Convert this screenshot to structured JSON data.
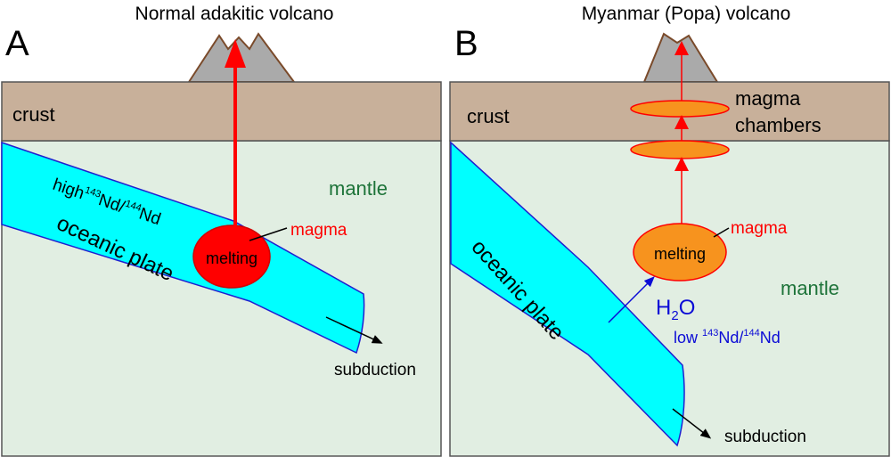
{
  "panelA": {
    "letter": "A",
    "title": "Normal adakitic volcano",
    "crust": "crust",
    "mantle": "mantle",
    "isotope": {
      "prefix": "high",
      "mass1": "143",
      "el1": "Nd/",
      "mass2": "144",
      "el2": "Nd"
    },
    "plate": "oceanic plate",
    "melting": "melting",
    "magma": "magma",
    "subduction": "subduction"
  },
  "panelB": {
    "letter": "B",
    "title": "Myanmar (Popa) volcano",
    "crust": "crust",
    "chambers_line1": "magma",
    "chambers_line2": "chambers",
    "mantle": "mantle",
    "water": {
      "H": "H",
      "sub": "2",
      "O": "O"
    },
    "isotope": {
      "prefix": "low ",
      "mass1": "143",
      "el1": "Nd/",
      "mass2": "144",
      "el2": "Nd"
    },
    "plate": "oceanic plate",
    "melting": "melting",
    "magma": "magma",
    "subduction": "subduction"
  },
  "colors": {
    "crust": "#c8b09a",
    "mantle": "#e1eee2",
    "plate": "#00ffff",
    "plate_edge": "#1f1fd0",
    "magma_red": "#ff0000",
    "magma_orange": "#f7931e",
    "volcano": "#aaaaaa",
    "mantle_text": "#1d7339",
    "blue_text": "#0b0bd6"
  }
}
